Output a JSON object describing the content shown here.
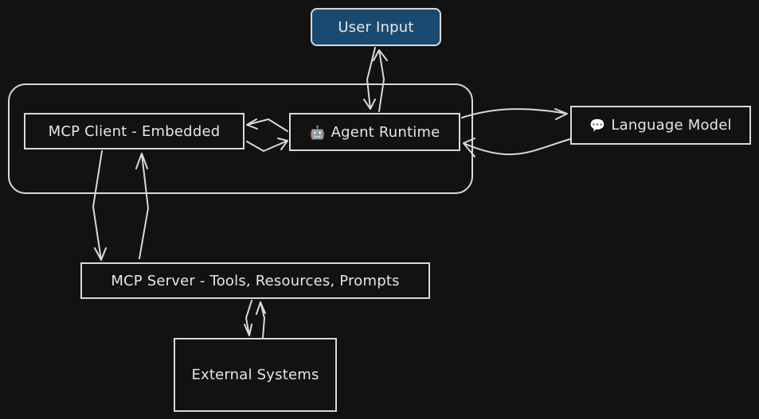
{
  "diagram": {
    "nodes": {
      "user_input": {
        "label": "User Input"
      },
      "agent_runtime": {
        "label": "Agent Runtime",
        "icon": "robot-icon",
        "glyph": "🤖"
      },
      "mcp_client": {
        "label": "MCP Client - Embedded"
      },
      "language_model": {
        "label": "Language Model",
        "icon": "speech-bubble-icon",
        "glyph": "💬"
      },
      "mcp_server": {
        "label": "MCP Server - Tools, Resources, Prompts"
      },
      "external_systems": {
        "label": "External Systems"
      }
    },
    "edges": [
      {
        "from": "user_input",
        "to": "agent_runtime"
      },
      {
        "from": "agent_runtime",
        "to": "user_input"
      },
      {
        "from": "agent_runtime",
        "to": "mcp_client"
      },
      {
        "from": "mcp_client",
        "to": "agent_runtime"
      },
      {
        "from": "agent_runtime",
        "to": "language_model"
      },
      {
        "from": "language_model",
        "to": "agent_runtime"
      },
      {
        "from": "mcp_client",
        "to": "mcp_server"
      },
      {
        "from": "mcp_server",
        "to": "mcp_client"
      },
      {
        "from": "mcp_server",
        "to": "external_systems"
      },
      {
        "from": "external_systems",
        "to": "mcp_server"
      }
    ],
    "colors": {
      "background": "#121212",
      "stroke": "#d9d9d9",
      "text": "#e6e6e6",
      "user_input_fill": "#1b4a70"
    }
  }
}
